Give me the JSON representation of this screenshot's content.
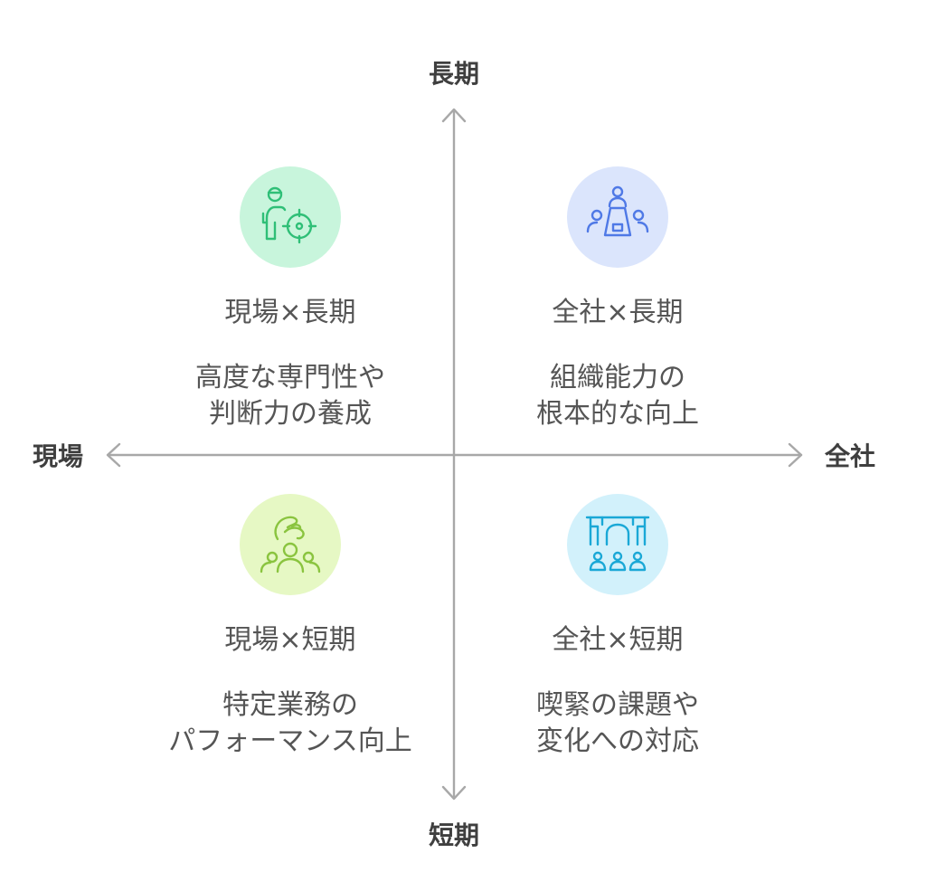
{
  "axes": {
    "top": "長期",
    "bottom": "短期",
    "left": "現場",
    "right": "全社",
    "color": "#a8a8a8"
  },
  "quadrants": [
    {
      "id": "top-left",
      "title": "現場×長期",
      "desc_line1": "高度な専門性や",
      "desc_line2": "判断力の養成",
      "icon": "person-target-icon",
      "circle_color": "#c8f5dc",
      "stroke_color": "#2fbf77"
    },
    {
      "id": "top-right",
      "title": "全社×長期",
      "desc_line1": "組織能力の",
      "desc_line2": "根本的な向上",
      "icon": "meeting-table-icon",
      "circle_color": "#dbe5fc",
      "stroke_color": "#4f79e6"
    },
    {
      "id": "bottom-left",
      "title": "現場×短期",
      "desc_line1": "特定業務の",
      "desc_line2": "パフォーマンス向上",
      "icon": "team-hand-icon",
      "circle_color": "#e6f8c4",
      "stroke_color": "#8ac43f"
    },
    {
      "id": "bottom-right",
      "title": "全社×短期",
      "desc_line1": "喫緊の課題や",
      "desc_line2": "変化への対応",
      "icon": "group-whiteboard-icon",
      "circle_color": "#d2f1fb",
      "stroke_color": "#1aa8d6"
    }
  ]
}
